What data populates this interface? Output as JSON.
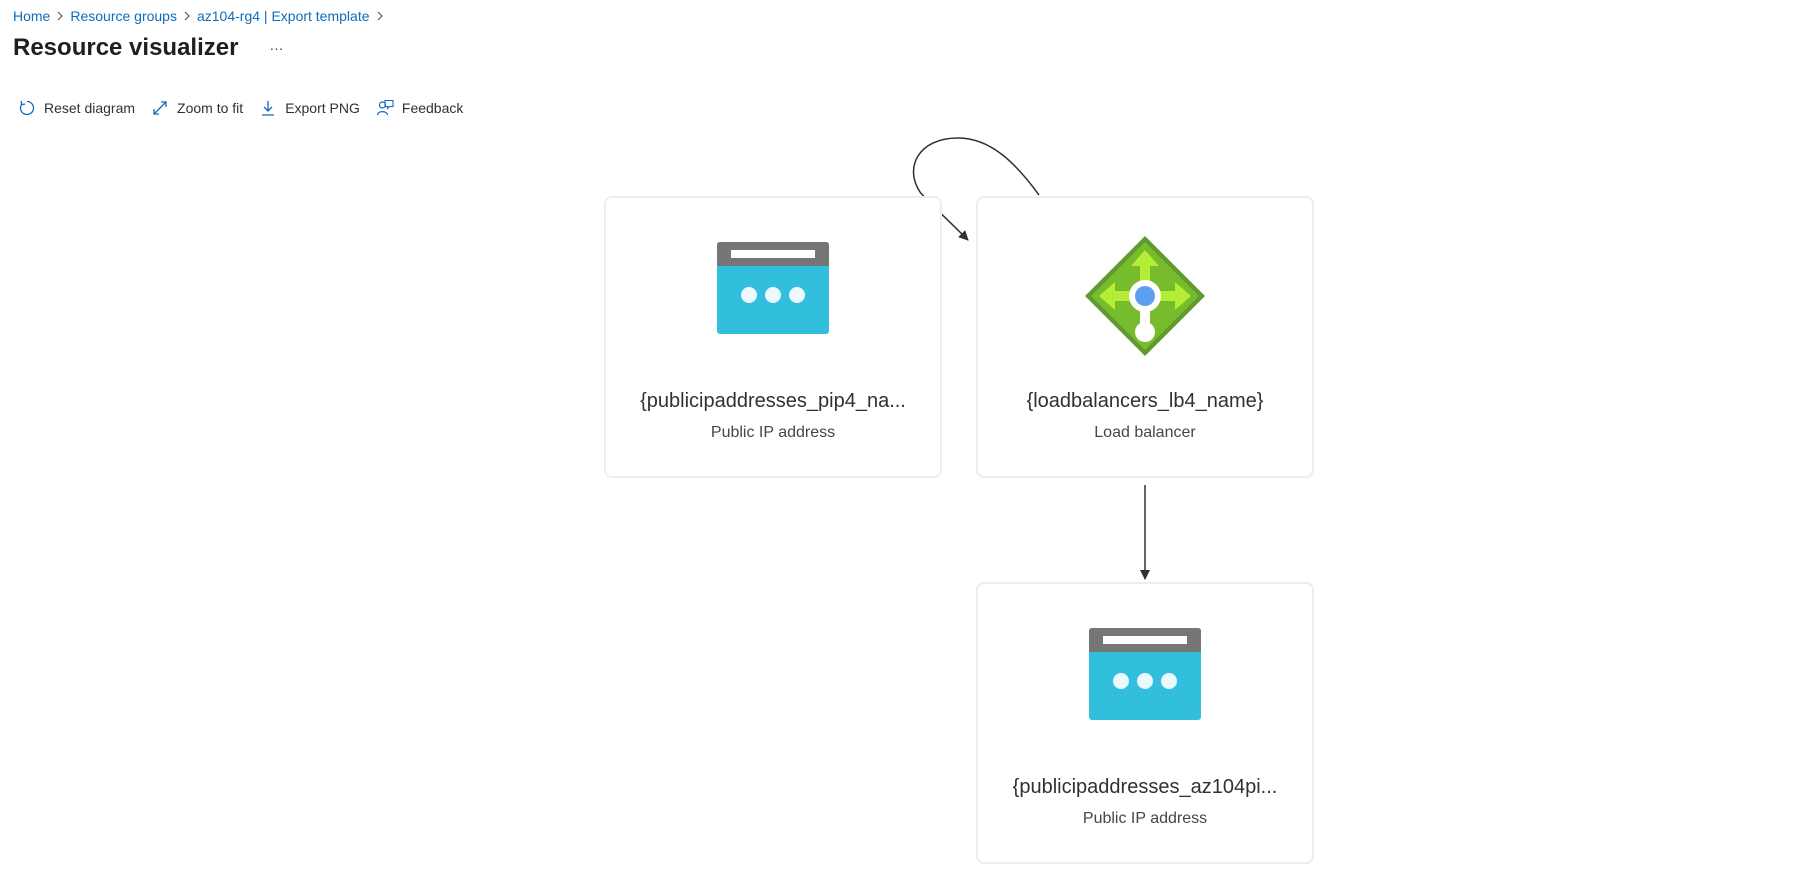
{
  "breadcrumb": {
    "items": [
      "Home",
      "Resource groups",
      "az104-rg4 | Export template"
    ]
  },
  "page": {
    "title": "Resource visualizer",
    "more_label": "···"
  },
  "toolbar": {
    "reset_label": "Reset diagram",
    "zoom_label": "Zoom to fit",
    "export_label": "Export PNG",
    "feedback_label": "Feedback"
  },
  "nodes": [
    {
      "name": "{publicipaddresses_pip4_na...",
      "type": "Public IP address",
      "icon": "public-ip-icon"
    },
    {
      "name": "{loadbalancers_lb4_name}",
      "type": "Load balancer",
      "icon": "load-balancer-icon"
    },
    {
      "name": "{publicipaddresses_az104pi...",
      "type": "Public IP address",
      "icon": "public-ip-icon"
    }
  ],
  "colors": {
    "link": "#0f6cbd",
    "ip_icon_top": "#767676",
    "ip_icon_body": "#32bedd",
    "lb_green": "#5ea0ef",
    "card_border": "#ededed"
  }
}
